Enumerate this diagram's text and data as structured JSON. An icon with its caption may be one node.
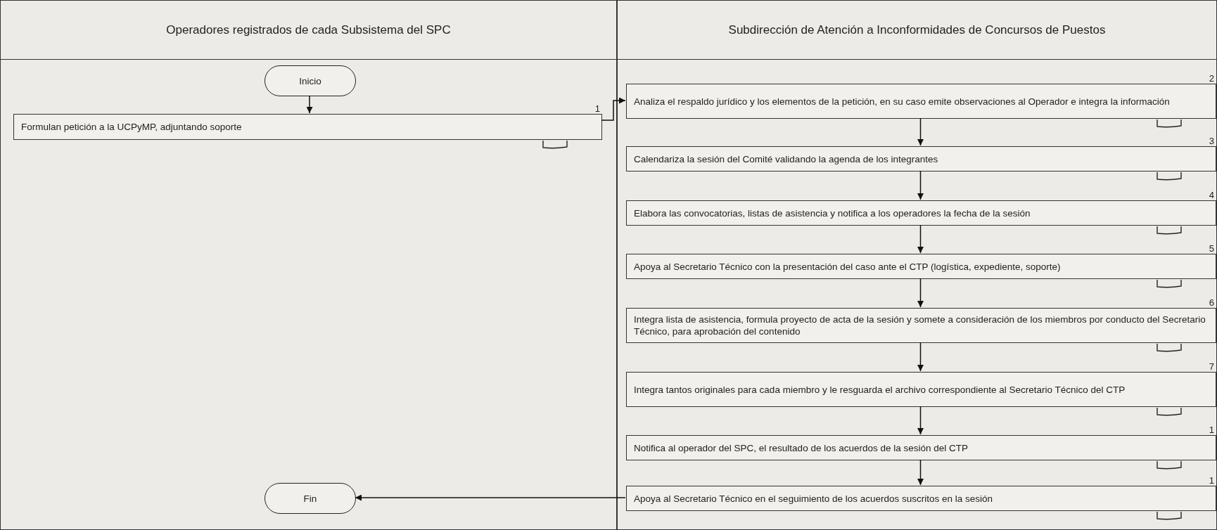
{
  "diagram": {
    "nodes": [
      {
        "text": [
          "Operadores registrados de cada Subsistema del SPC"
        ]
      },
      {
        "text": [
          "Subdirección de Atención a Inconformidades de Concursos de Puestos"
        ]
      },
      {
        "text": [
          "Inicio"
        ],
        "in": 0
      },
      {
        "text": [
          "Formulan petición a la UCPyMP, adjuntando soporte"
        ],
        "in": 0,
        "beside": [
          "1"
        ]
      },
      {
        "text": [
          "Analiza el respaldo jurídico y los elementos de la petición, en su caso emite observaciones al Operador e integra la información"
        ],
        "in": 1,
        "beside": [
          "2"
        ]
      },
      {
        "text": [
          "Calendariza la sesión del Comité validando la agenda de los integrantes"
        ],
        "in": 1,
        "beside": [
          "3"
        ]
      },
      {
        "text": [
          "Elabora las convocatorias, listas de asistencia y notifica a los operadores la fecha de la sesión"
        ],
        "in": 1,
        "beside": [
          "4"
        ]
      },
      {
        "text": [
          "Apoya al Secretario Técnico con la presentación del caso ante el CTP (logística, expediente, soporte)"
        ],
        "in": 1,
        "beside": [
          "5"
        ]
      },
      {
        "text": [
          "Integra lista de asistencia, formula proyecto de acta de la sesión y somete a consideración de los miembros por conducto del Secretario Técnico, para aprobación del contenido"
        ],
        "in": 1,
        "beside": [
          "6"
        ]
      },
      {
        "text": [
          "Integra tantos originales para cada miembro y le resguarda el archivo correspondiente al Secretario Técnico del CTP"
        ],
        "in": 1,
        "beside": [
          "7"
        ]
      },
      {
        "text": [
          "Notifica al operador del SPC, el resultado de los acuerdos de la sesión del CTP"
        ],
        "in": 1,
        "beside": [
          "1"
        ]
      },
      {
        "text": [
          "Apoya al Secretario Técnico en el seguimiento de los acuerdos suscritos en la sesión"
        ],
        "in": 1,
        "beside": [
          "1"
        ]
      },
      {
        "text": [
          "Fin"
        ],
        "in": 0
      }
    ],
    "edges": [
      {
        "from": 2,
        "to": 3,
        "arrow": "to"
      },
      {
        "from": 3,
        "to": 4,
        "arrow": "to"
      },
      {
        "from": 4,
        "to": 5,
        "arrow": "to"
      },
      {
        "from": 5,
        "to": 6,
        "arrow": "to"
      },
      {
        "from": 6,
        "to": 7,
        "arrow": "to"
      },
      {
        "from": 7,
        "to": 8,
        "arrow": "to"
      },
      {
        "from": 8,
        "to": 9,
        "arrow": "to"
      },
      {
        "from": 9,
        "to": 10,
        "arrow": "to"
      },
      {
        "from": 10,
        "to": 11,
        "arrow": "to"
      },
      {
        "from": 11,
        "to": 12,
        "arrow": "to"
      }
    ]
  }
}
